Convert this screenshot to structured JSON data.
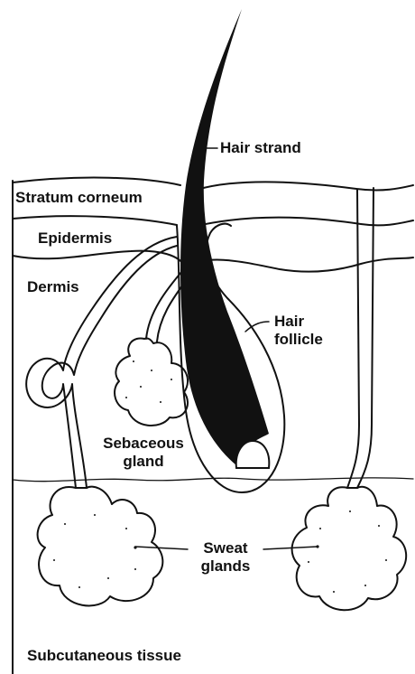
{
  "labels": {
    "hair_strand": "Hair strand",
    "stratum_corneum": "Stratum corneum",
    "epidermis": "Epidermis",
    "dermis": "Dermis",
    "hair_follicle_line1": "Hair",
    "hair_follicle_line2": "follicle",
    "sebaceous_line1": "Sebaceous",
    "sebaceous_line2": "gland",
    "sweat_line1": "Sweat",
    "sweat_line2": "glands",
    "subcutaneous": "Subcutaneous tissue"
  },
  "colors": {
    "ink": "#111111",
    "background": "#ffffff"
  }
}
